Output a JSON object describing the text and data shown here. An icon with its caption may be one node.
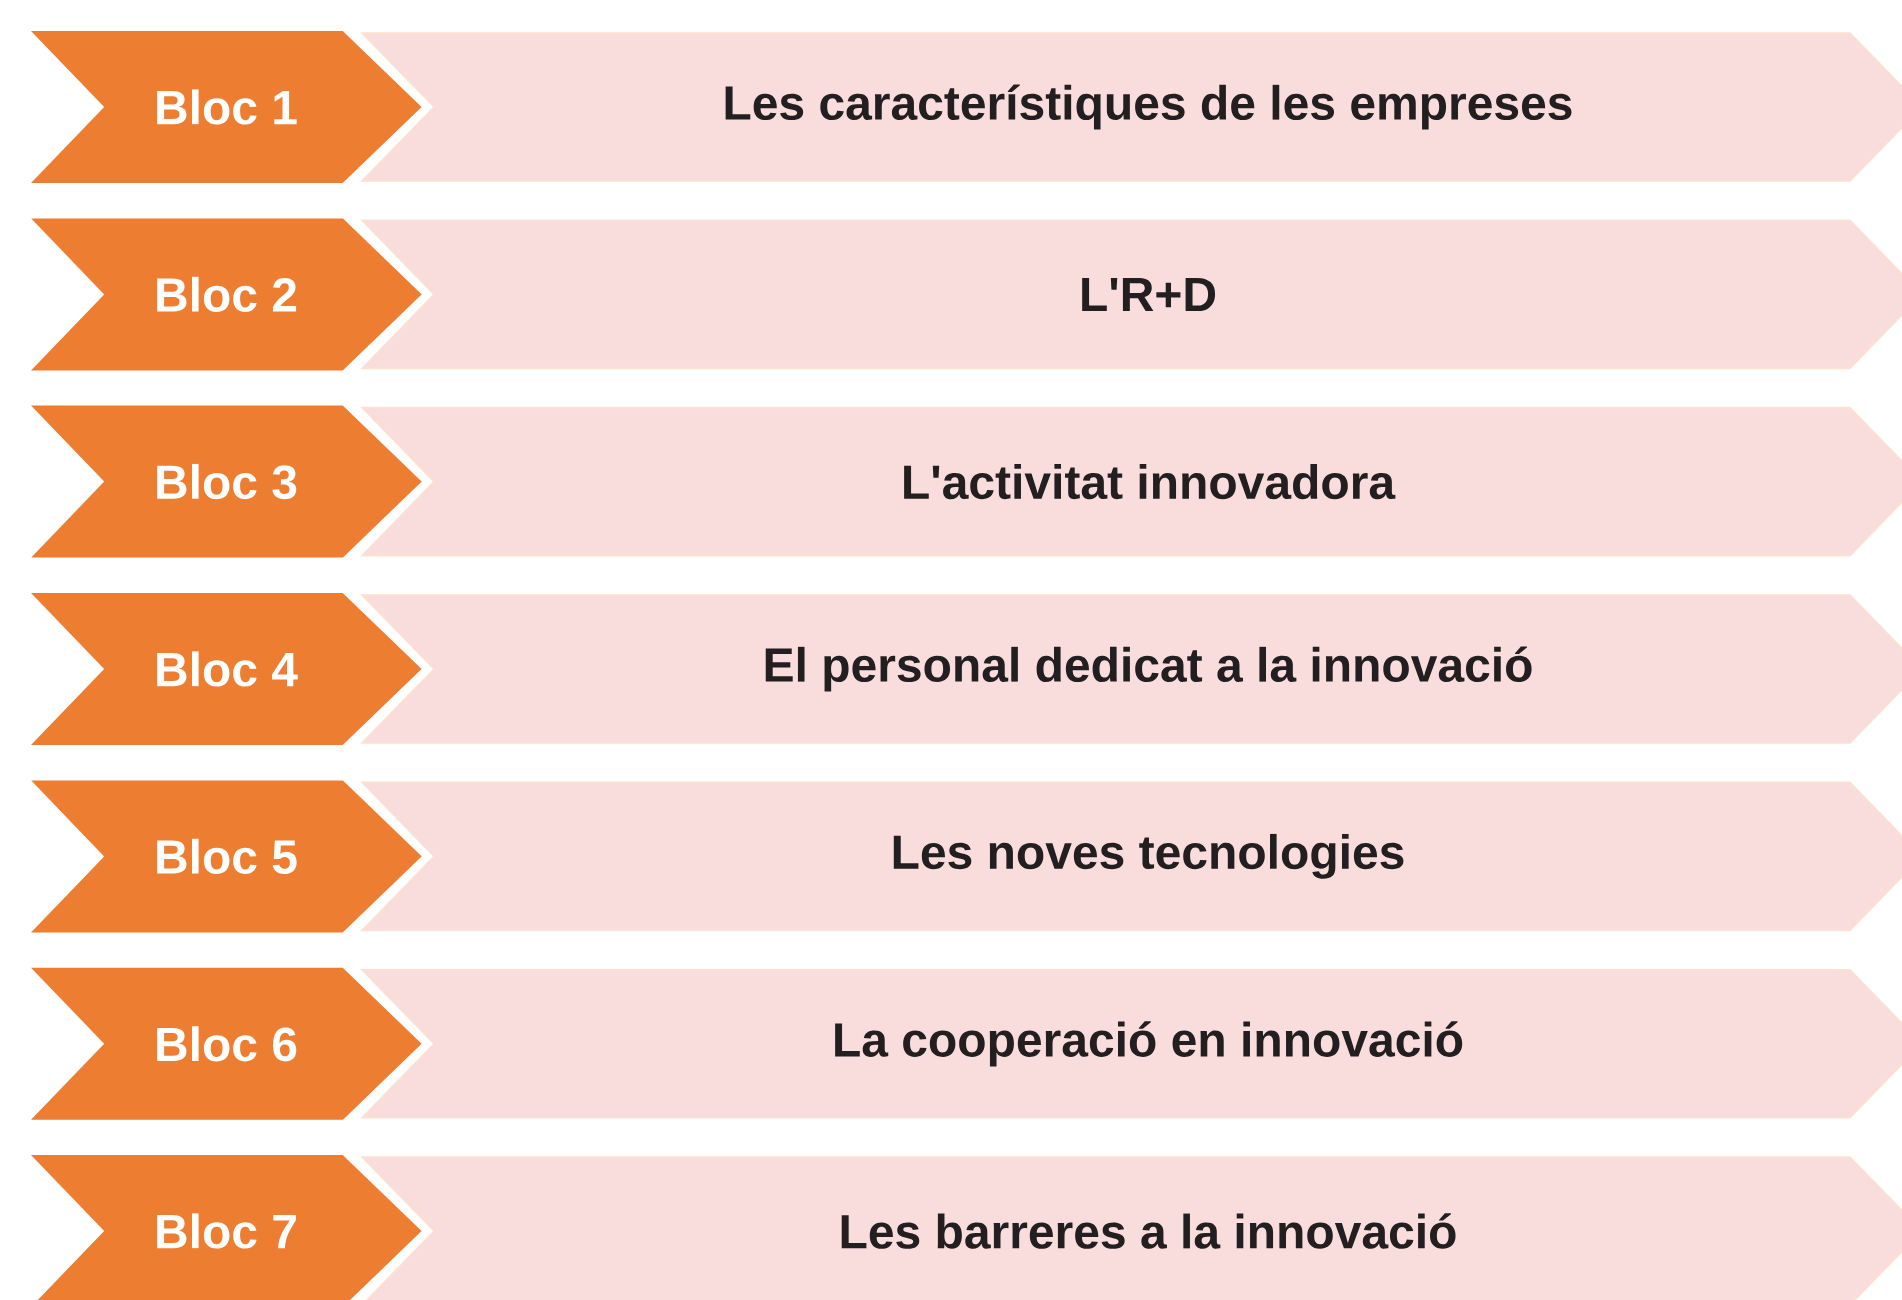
{
  "diagram": {
    "nodes": [
      {
        "text": [
          "Bloc 1"
        ]
      },
      {
        "text": [
          "Les característiques de les empreses"
        ]
      },
      {
        "text": [
          "Bloc 2"
        ]
      },
      {
        "text": [
          "L'R+D"
        ]
      },
      {
        "text": [
          "Bloc 3"
        ]
      },
      {
        "text": [
          "L'activitat innovadora"
        ]
      },
      {
        "text": [
          "Bloc 4"
        ]
      },
      {
        "text": [
          "El personal dedicat a la innovació"
        ]
      },
      {
        "text": [
          "Bloc 5"
        ]
      },
      {
        "text": [
          "Les noves tecnologies"
        ]
      },
      {
        "text": [
          "Bloc 6"
        ]
      },
      {
        "text": [
          "La cooperació en innovació"
        ]
      },
      {
        "text": [
          "Bloc 7"
        ]
      },
      {
        "text": [
          "Les barreres a la innovació"
        ]
      }
    ]
  }
}
